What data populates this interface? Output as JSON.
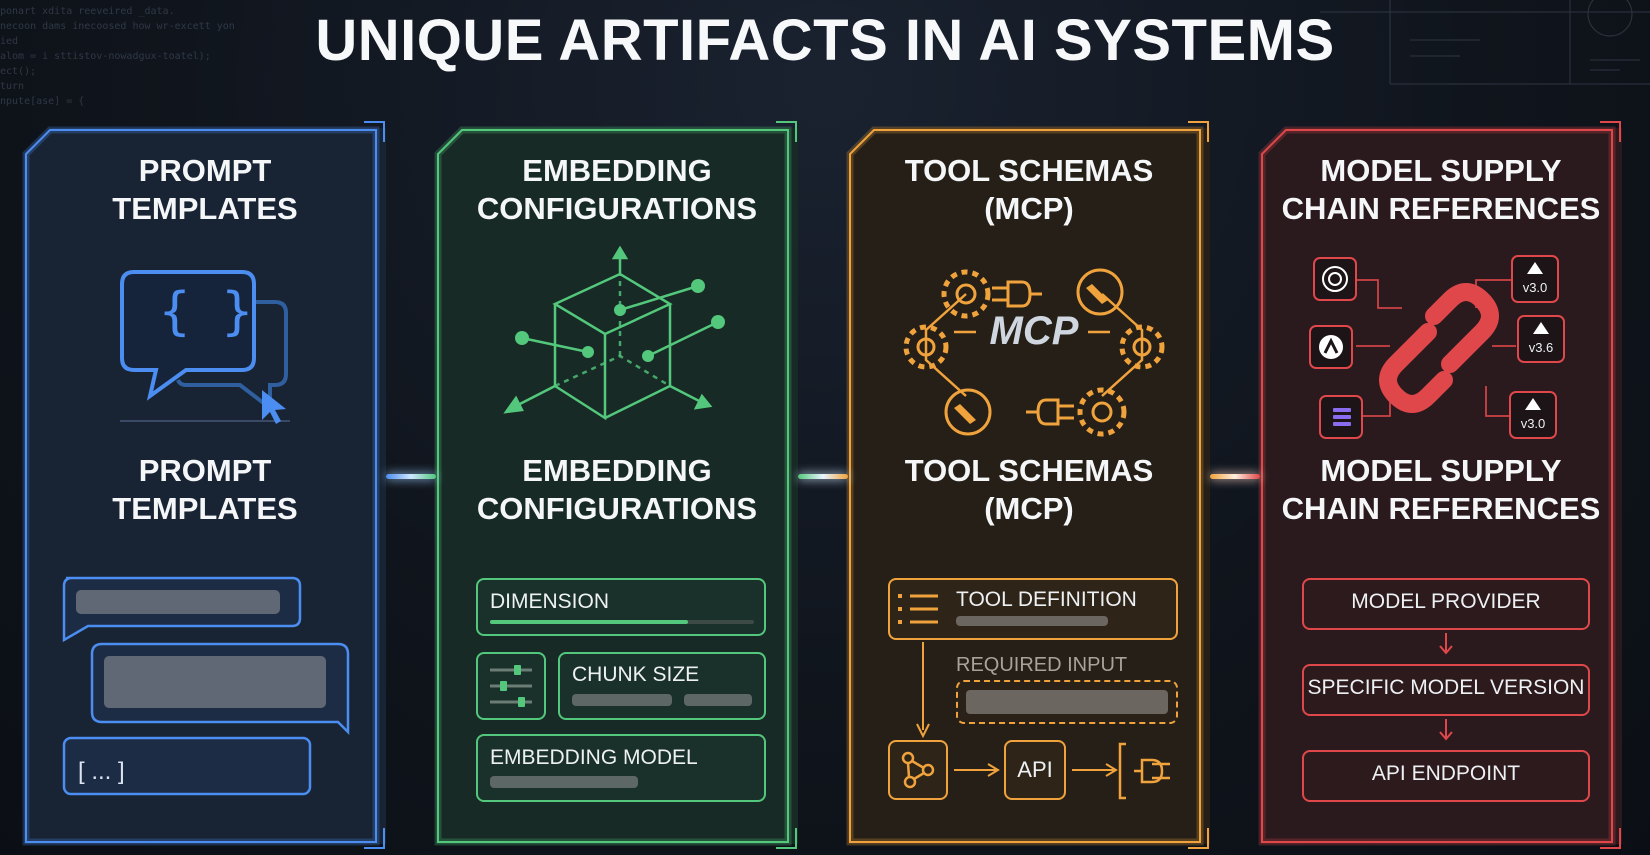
{
  "title": "UNIQUE ARTIFACTS IN AI SYSTEMS",
  "background_code": "ponart xdita reeveired _data.\nnecoon dams inecoosed how wr-excett yon\nied\nalom = i sttistov-nowadgux-toatel);\nect();\nturn\nnpute[ase] = {",
  "colors": {
    "blue": "#4b8df0",
    "green": "#53c77c",
    "orange": "#f0a33c",
    "red": "#e0474a"
  },
  "panels": [
    {
      "id": "prompt-templates",
      "title_top": [
        "PROMPT",
        "TEMPLATES"
      ],
      "title_bottom": [
        "PROMPT",
        "TEMPLATES"
      ],
      "icon": "chat-bubble-braces-icon",
      "braces": "{ }",
      "placeholder_text": "[ ... ]"
    },
    {
      "id": "embedding-configurations",
      "title_top": [
        "EMBEDDING",
        "CONFIGURATIONS"
      ],
      "title_bottom": [
        "EMBEDDING",
        "CONFIGURATIONS"
      ],
      "icon": "vector-cube-icon",
      "items": {
        "dimension": "DIMENSION",
        "chunk_size": "CHUNK SIZE",
        "embedding_model": "EMBEDDING MODEL"
      }
    },
    {
      "id": "tool-schemas",
      "title_top": [
        "TOOL SCHEMAS",
        "(MCP)"
      ],
      "title_bottom": [
        "TOOL SCHEMAS",
        "(MCP)"
      ],
      "icon": "mcp-gears-icon",
      "mcp_logo": "MCP",
      "items": {
        "tool_definition": "TOOL DEFINITION",
        "required_input": "REQUIRED INPUT",
        "api": "API"
      }
    },
    {
      "id": "model-supply-chain",
      "title_top": [
        "MODEL SUPPLY",
        "CHAIN REFERENCES"
      ],
      "title_bottom": [
        "MODEL SUPPLY",
        "CHAIN REFERENCES"
      ],
      "icon": "chain-link-icon",
      "versions": [
        "v3.0",
        "v3.6",
        "v3.0"
      ],
      "items": {
        "provider": "MODEL PROVIDER",
        "version": "SPECIFIC MODEL VERSION",
        "endpoint": "API ENDPOINT"
      }
    }
  ]
}
